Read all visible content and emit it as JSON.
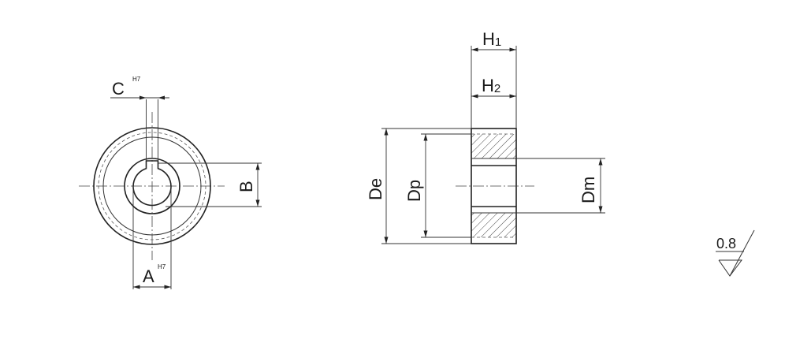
{
  "front_view": {
    "keyway_width_label": "C",
    "keyway_width_tolerance": "H7",
    "bore_label": "A",
    "bore_tolerance": "H7",
    "key_depth_label": "B"
  },
  "side_view": {
    "overall_width_label": "H",
    "overall_width_sub": "1",
    "face_width_label": "H",
    "face_width_sub": "2",
    "outside_diameter_label": "De",
    "pitch_diameter_label": "Dp",
    "hub_diameter_label": "Dm"
  },
  "surface_finish": {
    "value": "0.8"
  },
  "colors": {
    "line": "#222222",
    "background": "#ffffff"
  }
}
